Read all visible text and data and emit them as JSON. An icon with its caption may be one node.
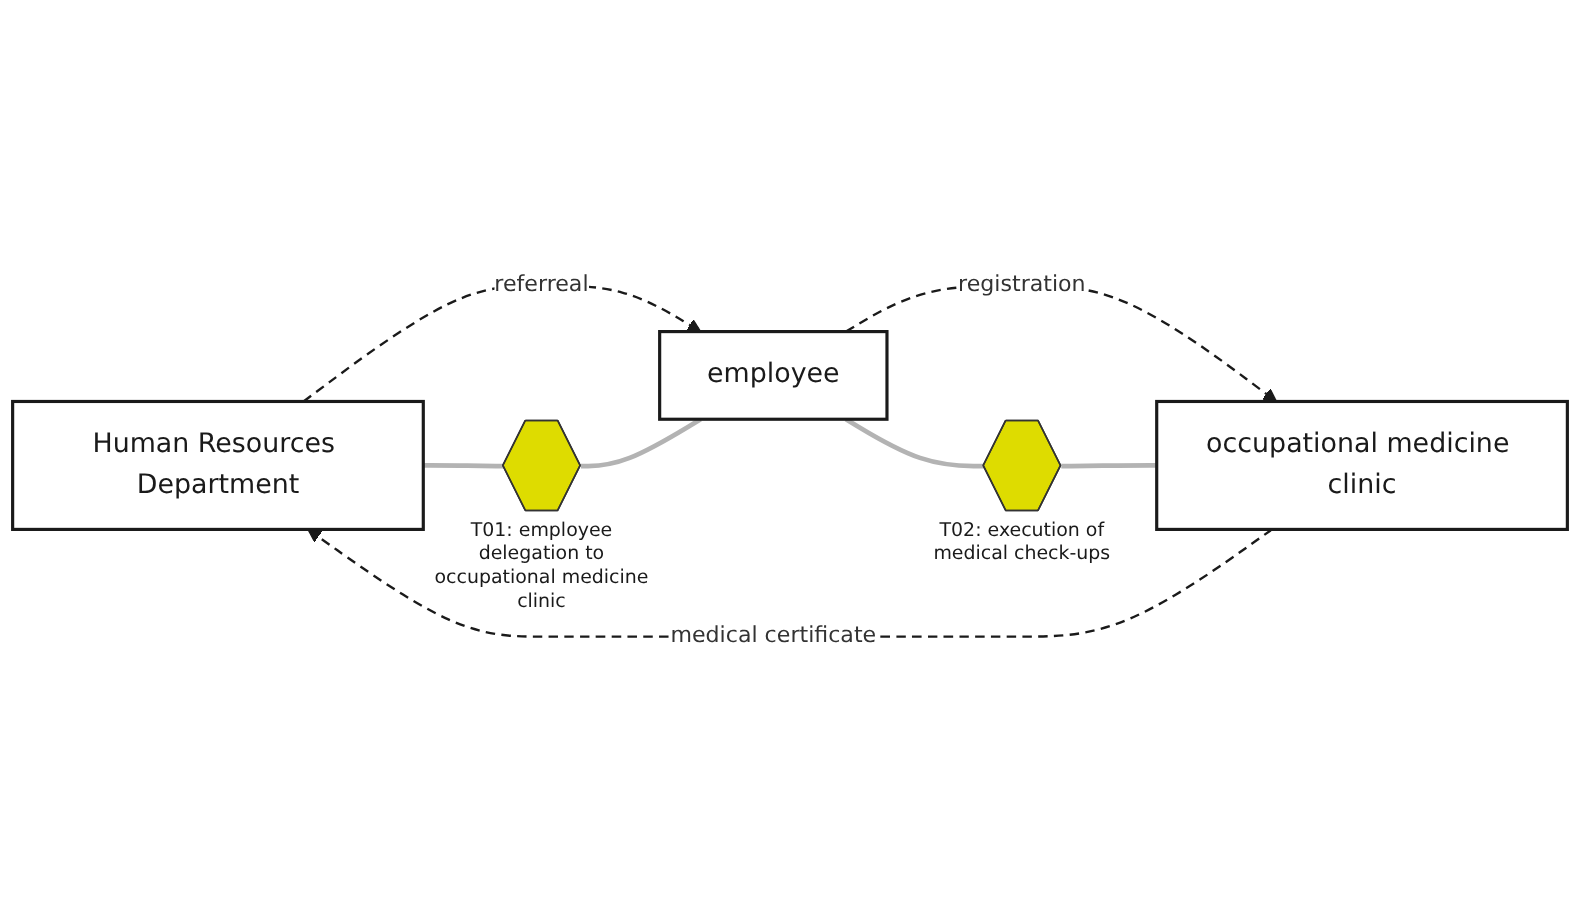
{
  "diagram": {
    "nodes": [
      {
        "text": [
          "Human Resources Department"
        ]
      },
      {
        "text": [
          "employee"
        ]
      },
      {
        "text": [
          "occupational medicine clinic"
        ]
      },
      {
        "text": [],
        "shape": "hexagon",
        "beside": [
          "T01: employee delegation to occupational medicine clinic"
        ]
      },
      {
        "text": [],
        "shape": "hexagon",
        "beside": [
          "T02: execution of medical check-ups"
        ]
      }
    ],
    "edges": [
      {
        "from": 0,
        "to": 1,
        "arrow": "to",
        "label": "referreal",
        "style": "dashed",
        "color": "#1a1a1a"
      },
      {
        "from": 0,
        "to": 3,
        "arrow": "none"
      },
      {
        "from": 3,
        "to": 1,
        "arrow": "none"
      },
      {
        "from": 1,
        "to": 2,
        "arrow": "to",
        "label": "registration",
        "style": "dashed",
        "color": "#1a1a1a"
      },
      {
        "from": 1,
        "to": 4,
        "arrow": "none"
      },
      {
        "from": 4,
        "to": 2,
        "arrow": "none"
      },
      {
        "from": 2,
        "to": 0,
        "arrow": "to",
        "label": "medical certificate",
        "style": "dashed",
        "color": "#1a1a1a"
      }
    ]
  }
}
